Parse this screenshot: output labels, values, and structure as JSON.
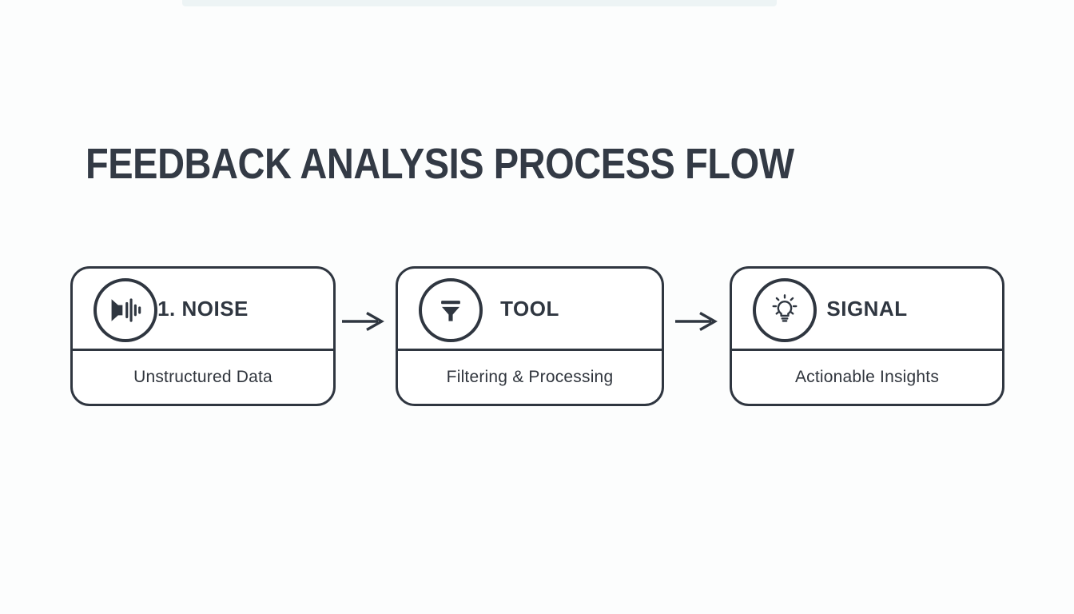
{
  "page": {
    "title": "FEEDBACK ANALYSIS PROCESS FLOW"
  },
  "colors": {
    "ink": "#2f3640",
    "title_text": "#333a45",
    "background": "#fcfdfd",
    "box_fill": "#ffffff"
  },
  "steps": [
    {
      "label": "1. NOISE",
      "sublabel": "Unstructured Data",
      "icon": "speaker-waveform-icon"
    },
    {
      "label": "TOOL",
      "sublabel": "Filtering & Processing",
      "icon": "funnel-icon"
    },
    {
      "label": "SIGNAL",
      "sublabel": "Actionable Insights",
      "icon": "lightbulb-icon"
    }
  ],
  "connectors": [
    {
      "icon": "arrow-right-icon"
    },
    {
      "icon": "arrow-right-icon"
    }
  ]
}
